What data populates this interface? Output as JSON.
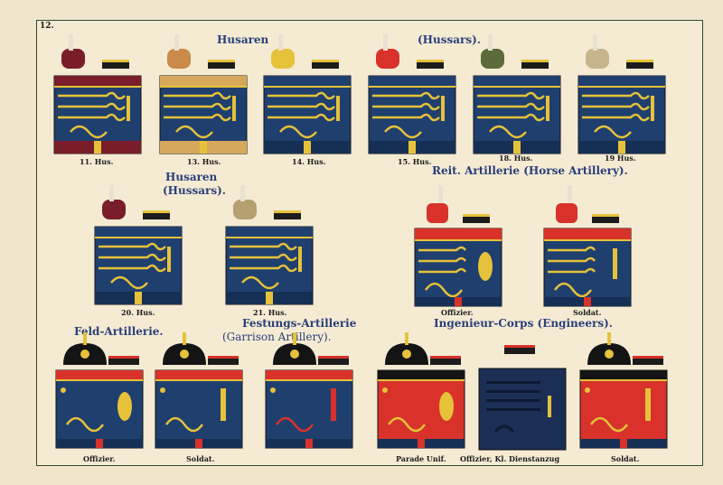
{
  "plate_number": "12.",
  "headings": {
    "husaren_top": "Husaren",
    "hussars_top": "(Hussars).",
    "husaren_mid": "Husaren",
    "hussars_mid": "(Hussars).",
    "reit_artillerie": "Reit. Artillerie (Horse Artillery).",
    "feld_artillerie": "Feld-Artillerie.",
    "festungs_artillerie": "Festungs-Artillerie",
    "garrison_artillery": "(Garrison        Artillery).",
    "ingenieur_corps": "Ingenieur-Corps (Engineers)."
  },
  "captions": {
    "hus11": "11. Hus.",
    "hus13": "13. Hus.",
    "hus14": "14. Hus.",
    "hus15": "15. Hus.",
    "hus18": "18. Hus.",
    "hus19": "19 Hus.",
    "hus20": "20. Hus.",
    "hus21": "21. Hus.",
    "horse_offizier": "Offizier.",
    "horse_soldat": "Soldat.",
    "feld_offizier": "Offizier.",
    "feld_soldat": "Soldat.",
    "eng_parade": "Parade Unif.",
    "eng_offizier_kl": "Offizier, Kl. Dienstanzug",
    "eng_soldat": "Soldat."
  },
  "colors": {
    "tunic_blue": "#1f3f6e",
    "braid_gold": "#e6c23a",
    "facing_red": "#d8322a",
    "maroon": "#7a1d2a",
    "paper": "#f5ebd3"
  }
}
